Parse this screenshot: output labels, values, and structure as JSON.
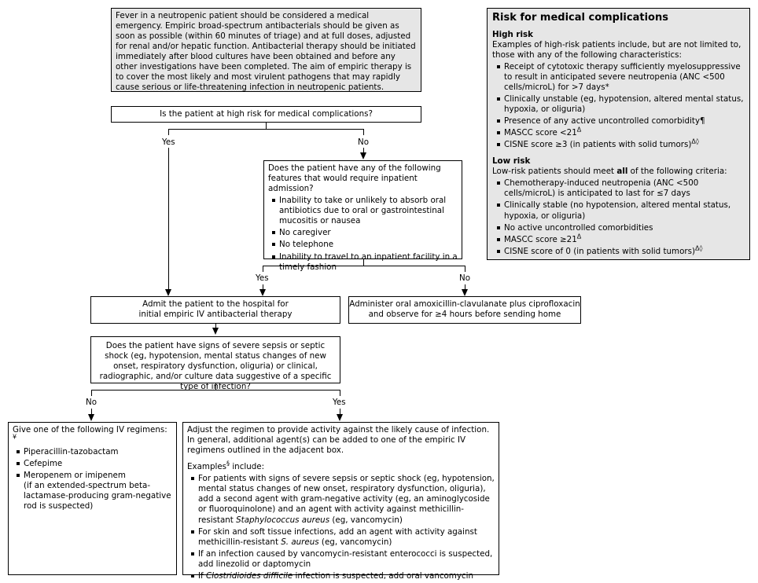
{
  "intro": {
    "text": "Fever in a neutropenic patient should be considered a medical emergency. Empiric broad-spectrum antibacterials should be given as soon as possible (within 60 minutes of triage) and at full doses, adjusted for renal and/or hepatic function. Antibacterial therapy should be initiated immediately after blood cultures have been obtained and before any other investigations have been completed. The aim of empiric therapy is to cover the most likely and most virulent pathogens that may rapidly cause serious or life-threatening infection in neutropenic patients."
  },
  "q1": {
    "text": "Is the patient at high risk for medical complications?",
    "yes": "Yes",
    "no": "No"
  },
  "q2": {
    "text": "Does the patient have any of the following features that would require inpatient admission?",
    "items": [
      "Inability to take or unlikely to absorb oral antibiotics due to oral or gastrointestinal mucositis or nausea",
      "No caregiver",
      "No telephone",
      "Inability to travel to an inpatient facility in a timely fashion"
    ],
    "yes": "Yes",
    "no": "No"
  },
  "admit": {
    "line1": "Admit the patient to the hospital for",
    "line2": "initial empiric IV antibacterial therapy"
  },
  "oral": {
    "line1": "Administer oral amoxicillin-clavulanate plus ciprofloxacin",
    "line2": "and observe for ≥4 hours before sending home"
  },
  "q3": {
    "text": "Does the patient have signs of severe sepsis or septic shock (eg, hypotension, mental status changes of new onset, respiratory dysfunction, oliguria) or clinical, radiographic, and/or culture data suggestive of a specific type of infection?",
    "no": "No",
    "yes": "Yes"
  },
  "regimens": {
    "title": "Give one of the following IV regimens:",
    "mark": "¥",
    "items": [
      "Piperacillin-tazobactam",
      "Cefepime",
      "Meropenem or imipenem"
    ],
    "note": "(if an extended-spectrum beta-lactamase-producing gram-negative rod is suspected)"
  },
  "adjust": {
    "intro": "Adjust the regimen to provide activity against the likely cause of infection. In general, additional agent(s) can be added to one of the empiric IV regimens outlined in the adjacent box.",
    "examples_label": "Examples",
    "examples_mark": "§",
    "examples_suffix": " include:",
    "item1_a": "For patients with signs of severe sepsis or septic shock (eg, hypotension, mental status changes of new onset, respiratory dysfunction, oliguria), add a second agent with gram-negative activity (eg, an aminoglycoside or fluoroquinolone) and an agent with activity against methicillin-resistant ",
    "item1_i": "Staphylococcus aureus",
    "item1_b": " (eg, vancomycin)",
    "item2_a": "For skin and soft tissue infections, add an agent with activity against methicillin-resistant ",
    "item2_i": "S. aureus",
    "item2_b": " (eg, vancomycin)",
    "item3": "If an infection caused by vancomycin-resistant enterococci is suspected, add linezolid or daptomycin",
    "item4_a": "If ",
    "item4_i": "Clostridioides difficile",
    "item4_b": " infection is suspected, add oral vancomycin"
  },
  "risk": {
    "title": "Risk for medical complications",
    "high_title": "High risk",
    "high_intro": "Examples of high-risk patients include, but are not limited to, those with any of the following characteristics:",
    "high_items": [
      "Receipt of cytotoxic therapy sufficiently myelosuppressive to result in anticipated severe neutropenia (ANC <500 cells/microL) for >7 days*",
      "Clinically unstable (eg, hypotension, altered mental status, hypoxia, or oliguria)",
      "Presence of any active uncontrolled comorbidity¶",
      "MASCC score <21",
      "CISNE score ≥3 (in patients with solid tumors)"
    ],
    "delta": "Δ",
    "delta_diamond": "Δ◊",
    "low_title": "Low risk",
    "low_intro_a": "Low-risk patients should meet ",
    "low_intro_b": "all",
    "low_intro_c": " of the following criteria:",
    "low_items": [
      "Chemotherapy-induced neutropenia (ANC <500 cells/microL) is anticipated to last for ≤7 days",
      "Clinically stable (no hypotension, altered mental status, hypoxia, or oliguria)",
      "No active uncontrolled comorbidities",
      "MASCC score ≥21",
      "CISNE score of 0 (in patients with solid tumors)"
    ]
  }
}
